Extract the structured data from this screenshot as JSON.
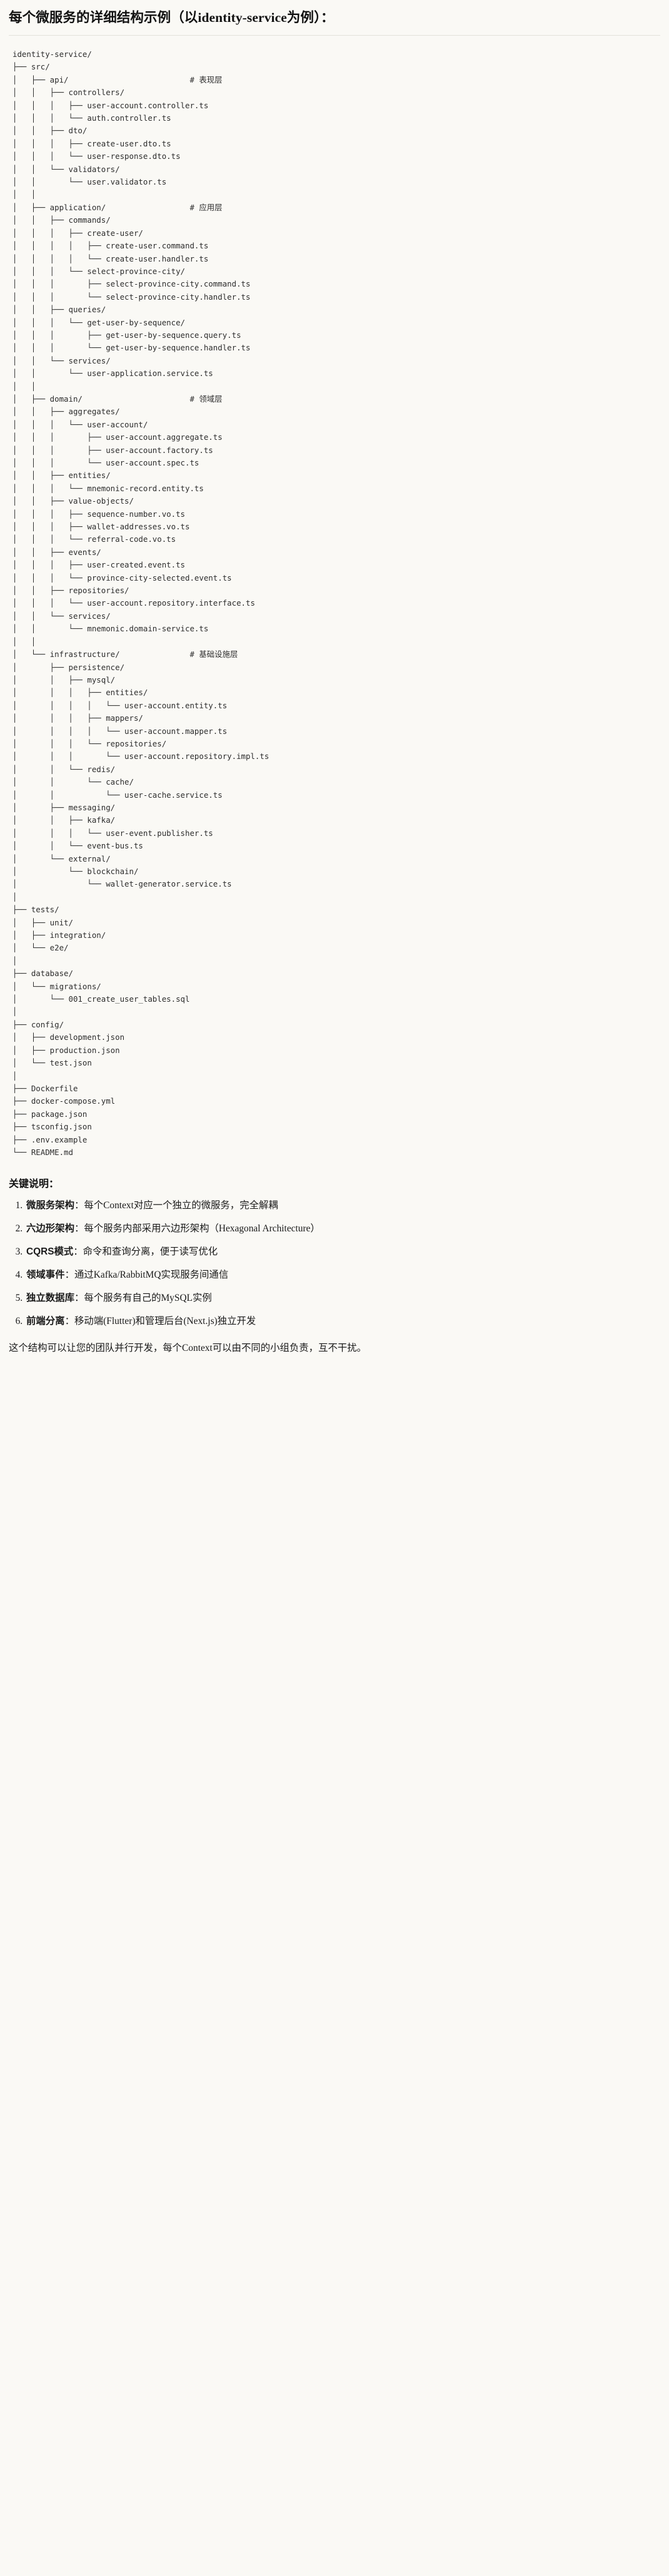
{
  "header": {
    "title_cn_1": "每个微服务的详细结构示例",
    "title_paren": "（以identity-service为例）",
    "title_colon": "："
  },
  "code_block": {
    "language": "text",
    "root": "identity-service/",
    "lines": [
      "identity-service/",
      "├── src/",
      "│   ├── api/                          # 表现层",
      "│   │   ├── controllers/",
      "│   │   │   ├── user-account.controller.ts",
      "│   │   │   └── auth.controller.ts",
      "│   │   ├── dto/",
      "│   │   │   ├── create-user.dto.ts",
      "│   │   │   └── user-response.dto.ts",
      "│   │   └── validators/",
      "│   │       └── user.validator.ts",
      "│   │",
      "│   ├── application/                  # 应用层",
      "│   │   ├── commands/",
      "│   │   │   ├── create-user/",
      "│   │   │   │   ├── create-user.command.ts",
      "│   │   │   │   └── create-user.handler.ts",
      "│   │   │   └── select-province-city/",
      "│   │   │       ├── select-province-city.command.ts",
      "│   │   │       └── select-province-city.handler.ts",
      "│   │   ├── queries/",
      "│   │   │   └── get-user-by-sequence/",
      "│   │   │       ├── get-user-by-sequence.query.ts",
      "│   │   │       └── get-user-by-sequence.handler.ts",
      "│   │   └── services/",
      "│   │       └── user-application.service.ts",
      "│   │",
      "│   ├── domain/                       # 领域层",
      "│   │   ├── aggregates/",
      "│   │   │   └── user-account/",
      "│   │   │       ├── user-account.aggregate.ts",
      "│   │   │       ├── user-account.factory.ts",
      "│   │   │       └── user-account.spec.ts",
      "│   │   ├── entities/",
      "│   │   │   └── mnemonic-record.entity.ts",
      "│   │   ├── value-objects/",
      "│   │   │   ├── sequence-number.vo.ts",
      "│   │   │   ├── wallet-addresses.vo.ts",
      "│   │   │   └── referral-code.vo.ts",
      "│   │   ├── events/",
      "│   │   │   ├── user-created.event.ts",
      "│   │   │   └── province-city-selected.event.ts",
      "│   │   ├── repositories/",
      "│   │   │   └── user-account.repository.interface.ts",
      "│   │   └── services/",
      "│   │       └── mnemonic.domain-service.ts",
      "│   │",
      "│   └── infrastructure/               # 基础设施层",
      "│       ├── persistence/",
      "│       │   ├── mysql/",
      "│       │   │   ├── entities/",
      "│       │   │   │   └── user-account.entity.ts",
      "│       │   │   ├── mappers/",
      "│       │   │   │   └── user-account.mapper.ts",
      "│       │   │   └── repositories/",
      "│       │   │       └── user-account.repository.impl.ts",
      "│       │   └── redis/",
      "│       │       └── cache/",
      "│       │           └── user-cache.service.ts",
      "│       ├── messaging/",
      "│       │   ├── kafka/",
      "│       │   │   └── user-event.publisher.ts",
      "│       │   └── event-bus.ts",
      "│       └── external/",
      "│           └── blockchain/",
      "│               └── wallet-generator.service.ts",
      "│",
      "├── tests/",
      "│   ├── unit/",
      "│   ├── integration/",
      "│   └── e2e/",
      "│",
      "├── database/",
      "│   └── migrations/",
      "│       └── 001_create_user_tables.sql",
      "│",
      "├── config/",
      "│   ├── development.json",
      "│   ├── production.json",
      "│   └── test.json",
      "│",
      "├── Dockerfile",
      "├── docker-compose.yml",
      "├── package.json",
      "├── tsconfig.json",
      "├── .env.example",
      "└── README.md"
    ],
    "comments": [
      "# 表现层",
      "# 应用层",
      "# 领域层",
      "# 基础设施层"
    ]
  },
  "notes": {
    "heading": "关键说明：",
    "items": [
      {
        "num": "1.",
        "term": "微服务架构",
        "sep": "：",
        "body": "每个Context对应一个独立的微服务，完全解耦"
      },
      {
        "num": "2.",
        "term": "六边形架构",
        "sep": "：",
        "body": "每个服务内部采用六边形架构（Hexagonal Architecture）"
      },
      {
        "num": "3.",
        "term": "CQRS模式",
        "sep": "：",
        "body": "命令和查询分离，便于读写优化"
      },
      {
        "num": "4.",
        "term": "领域事件",
        "sep": "：",
        "body": "通过Kafka/RabbitMQ实现服务间通信"
      },
      {
        "num": "5.",
        "term": "独立数据库",
        "sep": "：",
        "body": "每个服务有自己的MySQL实例"
      },
      {
        "num": "6.",
        "term": "前端分离",
        "sep": "：",
        "body": "移动端(Flutter)和管理后台(Next.js)独立开发"
      }
    ],
    "closing": "这个结构可以让您的团队并行开发，每个Context可以由不同的小组负责，互不干扰。"
  },
  "colors": {
    "page_bg": "#faf9f5",
    "text": "#1a1a1a",
    "code_text": "#2d2d2d",
    "rule": "#e3e1da"
  }
}
